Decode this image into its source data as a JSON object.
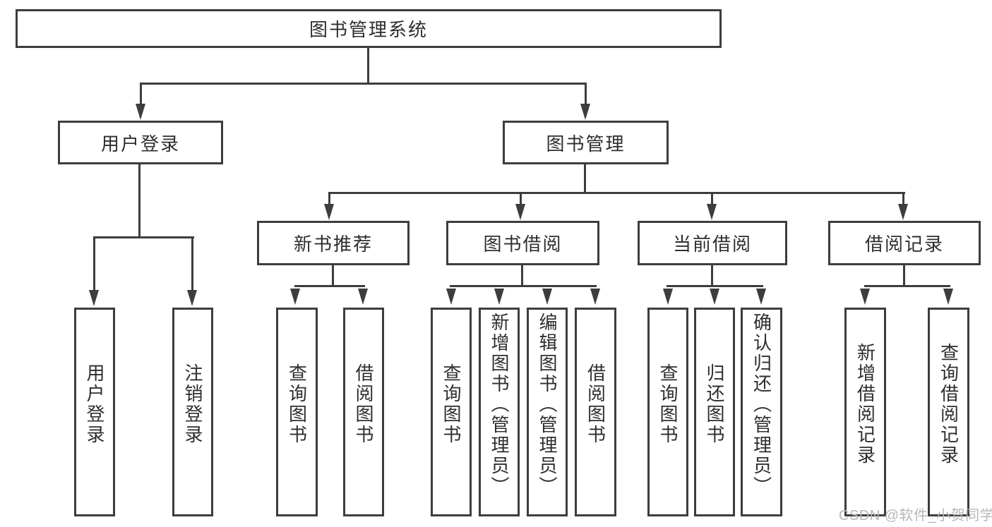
{
  "diagram": {
    "title": "图书管理系统",
    "tree": {
      "root": {
        "label": "图书管理系统",
        "children": [
          {
            "label": "用户登录",
            "children": [
              {
                "label": "用户登录"
              },
              {
                "label": "注销登录"
              }
            ]
          },
          {
            "label": "图书管理",
            "children": [
              {
                "label": "新书推荐",
                "children": [
                  {
                    "label": "查询图书"
                  },
                  {
                    "label": "借阅图书"
                  }
                ]
              },
              {
                "label": "图书借阅",
                "children": [
                  {
                    "label": "查询图书"
                  },
                  {
                    "label": "新增图书（管理员）"
                  },
                  {
                    "label": "编辑图书（管理员）"
                  },
                  {
                    "label": "借阅图书"
                  }
                ]
              },
              {
                "label": "当前借阅",
                "children": [
                  {
                    "label": "查询图书"
                  },
                  {
                    "label": "归还图书"
                  },
                  {
                    "label": "确认归还（管理员）"
                  }
                ]
              },
              {
                "label": "借阅记录",
                "children": [
                  {
                    "label": "新增借阅记录"
                  },
                  {
                    "label": "查询借阅记录"
                  }
                ]
              }
            ]
          }
        ]
      }
    },
    "colors": {
      "line": "#3d3d3d",
      "text": "#2e2e2e",
      "background": "#ffffff",
      "watermark": "#b4b7bb"
    }
  },
  "watermark": {
    "text": "CSDN @软件_小贺同学"
  }
}
